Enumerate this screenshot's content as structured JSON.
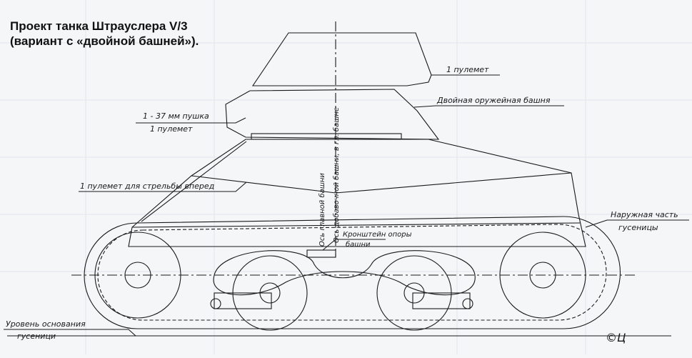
{
  "title": {
    "line1": "Проект танка Штрауслера V/3",
    "line2": "(вариант с «двойной башней»)."
  },
  "labels": {
    "mg_top": "1 пулемет",
    "double_turret": "Двойная оружейная башня",
    "gun_line1": "1 - 37 мм пушка",
    "gun_line2": "1 пулемет",
    "front_mg": "1 пулемет для стрельбы вперед",
    "track_outer_line1": "Наружная часть",
    "track_outer_line2": "гусеницы",
    "bracket_line1": "Кронштейн опоры",
    "bracket_line2": "башни",
    "ground_line1": "Уровень основания",
    "ground_line2": "гусеници",
    "axis_main": "Ось главной башни",
    "axis_aux": "Ось добавочной башни, в гл. башне"
  },
  "signature": "©Ц",
  "colors": {
    "background": "#f4f6f8",
    "ink": "#1a1a1a",
    "grid": "#d5dde6"
  }
}
